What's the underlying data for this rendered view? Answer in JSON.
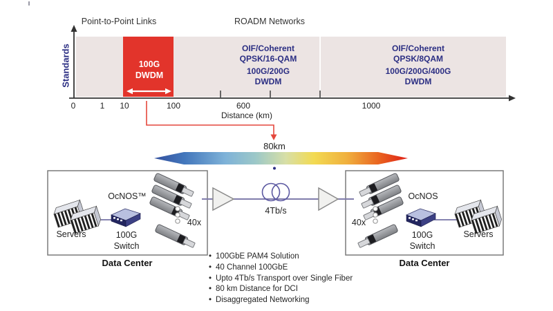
{
  "colors": {
    "accent_red": "#e2342b",
    "navy_text": "#2b2e83",
    "band_background": "#ece4e3",
    "callout_red": "#e4473c",
    "fiber_line_purple": "#7d7aab",
    "span_gradient": [
      "#33509e",
      "#4377bc",
      "#7eb2d8",
      "#d8dfa6",
      "#f2da52",
      "#f0b03e",
      "#e9611f",
      "#df1f17"
    ]
  },
  "chart": {
    "title_point_to_point": "Point-to-Point Links",
    "title_roadm": "ROADM Networks",
    "y_axis_label": "Standards",
    "x_axis_label": "Distance (km)",
    "ticks": [
      "0",
      "1",
      "10",
      "100",
      "600",
      "1000"
    ],
    "highlight": {
      "line1": "100G",
      "line2": "DWDM"
    },
    "section_mid": {
      "line1": "OIF/Coherent",
      "line2": "QPSK/16-QAM",
      "line3": "100G/200G",
      "line4": "DWDM"
    },
    "section_right": {
      "line1": "OIF/Coherent",
      "line2": "QPSK/8QAM",
      "line3": "100G/200G/400G",
      "line4": "DWDM"
    }
  },
  "link": {
    "distance": "80km",
    "capacity": "4Tb/s"
  },
  "datacenter_left": {
    "caption": "Data Center",
    "servers_label": "Servers",
    "os_label": "OcNOS™",
    "switch_line1": "100G",
    "switch_line2": "Switch",
    "modules_label": "40x"
  },
  "datacenter_right": {
    "caption": "Data Center",
    "servers_label": "Servers",
    "os_label": "OcNOS",
    "switch_line1": "100G",
    "switch_line2": "Switch",
    "modules_label": "40x"
  },
  "bullets": [
    "100GbE PAM4 Solution",
    "40 Channel 100GbE",
    "Upto 4Tb/s Transport over Single Fiber",
    "80 km Distance for DCI",
    "Disaggregated Networking"
  ]
}
